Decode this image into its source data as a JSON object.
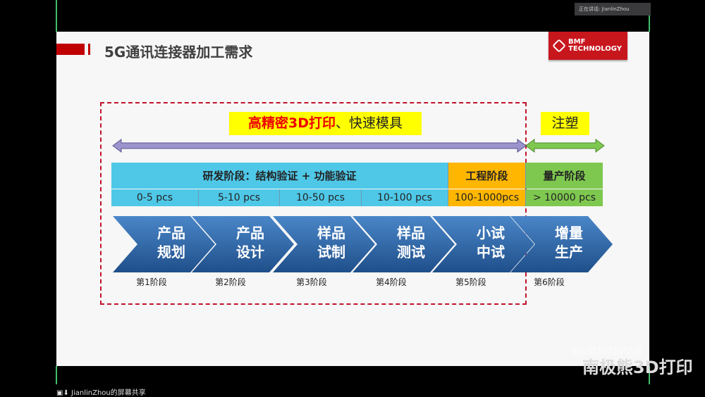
{
  "meeting": {
    "speaker_label": "正在讲话: JianlinZhou",
    "share_label": "JianlinZhou的屏幕共享"
  },
  "slide": {
    "title": "5G通讯连接器加工需求",
    "logo": {
      "line1": "BMF",
      "line2": "TECHNOLOGY"
    },
    "banner_main": {
      "red": "高精密3D打印",
      "rest": "、快速模具"
    },
    "banner_side": "注塑",
    "phases": [
      {
        "label": "研发阶段：结构验证 + 功能验证",
        "color": "#4fc8e8"
      },
      {
        "label": "工程阶段",
        "color": "#ffb600"
      },
      {
        "label": "量产阶段",
        "color": "#7ec850"
      }
    ],
    "quantities": [
      "0-5 pcs",
      "5-10 pcs",
      "10-50 pcs",
      "10-100 pcs",
      "100-1000pcs",
      "> 10000 pcs"
    ],
    "steps": [
      {
        "l1": "产品",
        "l2": "规划",
        "stage": "第1阶段"
      },
      {
        "l1": "产品",
        "l2": "设计",
        "stage": "第2阶段"
      },
      {
        "l1": "样品",
        "l2": "试制",
        "stage": "第3阶段"
      },
      {
        "l1": "样品",
        "l2": "测试",
        "stage": "第4阶段"
      },
      {
        "l1": "小试",
        "l2": "中试",
        "stage": "第5阶段"
      },
      {
        "l1": "增量",
        "l2": "生产",
        "stage": "第6阶段"
      }
    ],
    "colors": {
      "accent": "#c00000",
      "arrow_purple": "#9b94cc",
      "arrow_green": "#7ec850",
      "chevron": "#2f6aae"
    }
  },
  "watermark": {
    "small": "文以载3D打印之道",
    "large": "南极熊3D打印"
  }
}
